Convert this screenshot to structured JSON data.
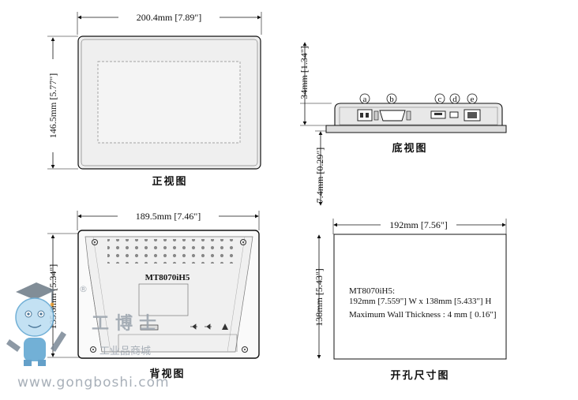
{
  "dimensions": {
    "front_width": "200.4mm [7.89\"]",
    "front_height": "146.5mm [5.77\"]",
    "bottom_depth": "34mm [1.34\"]",
    "bottom_bezel": "7.4mm [0.29\"]",
    "back_width": "189.5mm [7.46\"]",
    "back_height": "135.6mm [5.34\"]",
    "cutout_width": "192mm [7.56\"]",
    "cutout_height": "138mm [5.43\"]"
  },
  "captions": {
    "front": "正视图",
    "bottom": "底视图",
    "back": "背视图",
    "cutout": "开孔尺寸图"
  },
  "ports": {
    "a": "a",
    "b": "b",
    "c": "c",
    "d": "d",
    "e": "e"
  },
  "back_label": "MT8070iH5",
  "cutout_note": {
    "line1": "MT8070iH5:",
    "line2": "192mm [7.559\"] W x 138mm [5.433\"] H",
    "line3": "Maximum Wall Thickness : 4 mm [ 0.16\"]"
  },
  "watermark": {
    "brand": "工博士",
    "sub": "工业品商城",
    "registered": "®",
    "url": "www.gongboshi.com"
  }
}
